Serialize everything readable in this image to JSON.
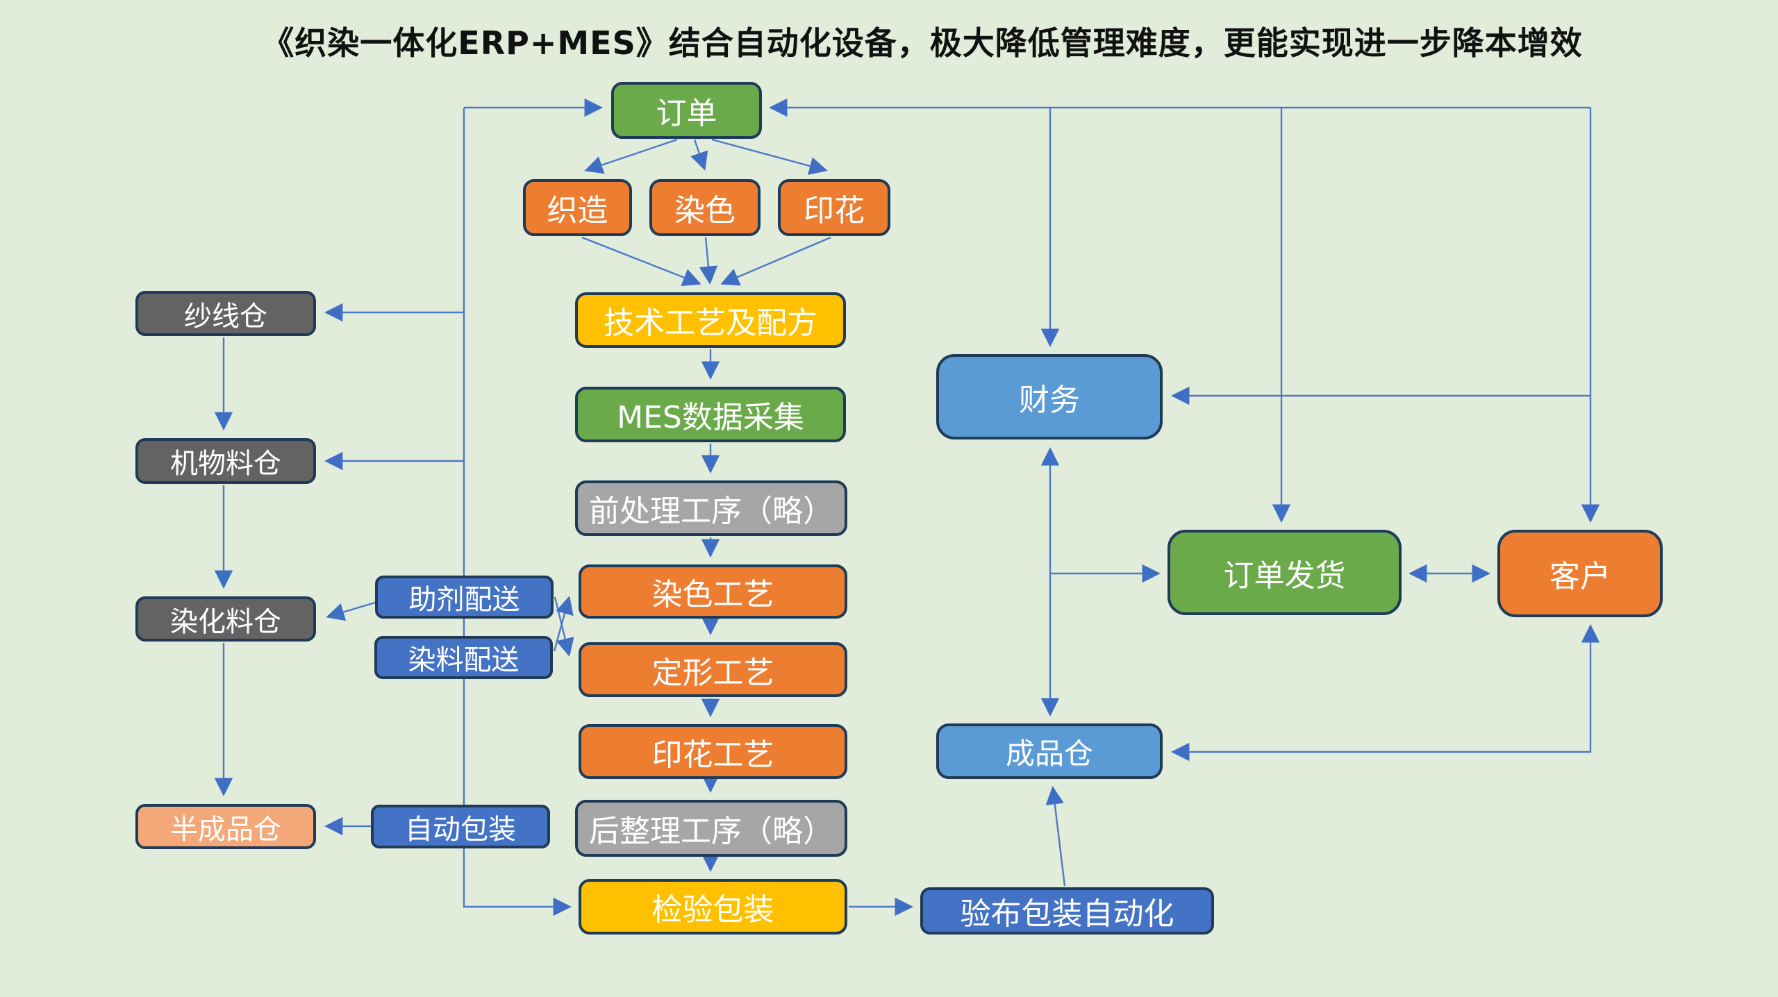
{
  "title": "《织染一体化ERP+MES》结合自动化设备，极大降低管理难度，更能实现进一步降本增效",
  "background": "#e1ecda",
  "line_color": "#4e79c6",
  "arrow_color": "#3f6fc5",
  "border_color": "#1f3b57",
  "text_color": "#ffffff",
  "palette": {
    "green": "#6aaa4a",
    "orange": "#ed7d31",
    "gold": "#ffc000",
    "gray": "#a6a6a6",
    "dark_gray": "#636363",
    "peach": "#f4a877",
    "blue": "#4472c4",
    "light_blue": "#5b9bd5"
  },
  "nodes": {
    "order": {
      "label": "订单",
      "color": "green"
    },
    "weaving": {
      "label": "织造",
      "color": "orange"
    },
    "dyeing": {
      "label": "染色",
      "color": "orange"
    },
    "printing": {
      "label": "印花",
      "color": "orange"
    },
    "tech": {
      "label": "技术工艺及配方",
      "color": "gold"
    },
    "mes": {
      "label": "MES数据采集",
      "color": "green"
    },
    "pretreat": {
      "label": "前处理工序（略）",
      "color": "gray"
    },
    "dye_process": {
      "label": "染色工艺",
      "color": "orange"
    },
    "shaping": {
      "label": "定形工艺",
      "color": "orange"
    },
    "print_process": {
      "label": "印花工艺",
      "color": "orange"
    },
    "finishing": {
      "label": "后整理工序（略）",
      "color": "gray"
    },
    "inspect_pack": {
      "label": "检验包装",
      "color": "gold"
    },
    "yarn_store": {
      "label": "纱线仓",
      "color": "dark_gray"
    },
    "machine_store": {
      "label": "机物料仓",
      "color": "dark_gray"
    },
    "dye_store": {
      "label": "染化料仓",
      "color": "dark_gray"
    },
    "semi_store": {
      "label": "半成品仓",
      "color": "peach"
    },
    "aux_delivery": {
      "label": "助剂配送",
      "color": "blue"
    },
    "dye_delivery": {
      "label": "染料配送",
      "color": "blue"
    },
    "auto_pack": {
      "label": "自动包装",
      "color": "blue"
    },
    "finance": {
      "label": "财务",
      "color": "light_blue"
    },
    "order_ship": {
      "label": "订单发货",
      "color": "green"
    },
    "customer": {
      "label": "客户",
      "color": "orange"
    },
    "finished_store": {
      "label": "成品仓",
      "color": "light_blue"
    },
    "fabric_auto": {
      "label": "验布包装自动化",
      "color": "blue"
    }
  },
  "edges": [
    {
      "from": "left_spine",
      "to": "order",
      "arrow": "end"
    },
    {
      "from": "left_spine",
      "to": "inspect_pack",
      "arrow": "end"
    },
    {
      "from": "left_spine",
      "to": "yarn_store",
      "arrow": "end"
    },
    {
      "from": "left_spine",
      "to": "machine_store",
      "arrow": "end"
    },
    {
      "from": "yarn_store",
      "to": "machine_store",
      "arrow": "end"
    },
    {
      "from": "machine_store",
      "to": "dye_store",
      "arrow": "end"
    },
    {
      "from": "dye_store",
      "to": "semi_store",
      "arrow": "end"
    },
    {
      "from": "aux_delivery",
      "to": "dye_store",
      "arrow": "end"
    },
    {
      "from": "aux_delivery",
      "to": "shaping",
      "arrow": "end"
    },
    {
      "from": "dye_delivery",
      "to": "dye_process",
      "arrow": "end"
    },
    {
      "from": "auto_pack",
      "to": "semi_store",
      "arrow": "end"
    },
    {
      "from": "order",
      "to": "weaving",
      "arrow": "end"
    },
    {
      "from": "order",
      "to": "dyeing",
      "arrow": "end"
    },
    {
      "from": "order",
      "to": "printing",
      "arrow": "end"
    },
    {
      "from": "weaving",
      "to": "tech",
      "arrow": "end"
    },
    {
      "from": "dyeing",
      "to": "tech",
      "arrow": "end"
    },
    {
      "from": "printing",
      "to": "tech",
      "arrow": "end"
    },
    {
      "from": "tech",
      "to": "mes",
      "arrow": "end"
    },
    {
      "from": "mes",
      "to": "pretreat",
      "arrow": "end"
    },
    {
      "from": "pretreat",
      "to": "dye_process",
      "arrow": "end"
    },
    {
      "from": "dye_process",
      "to": "shaping",
      "arrow": "end"
    },
    {
      "from": "shaping",
      "to": "print_process",
      "arrow": "end"
    },
    {
      "from": "print_process",
      "to": "finishing",
      "arrow": "end"
    },
    {
      "from": "finishing",
      "to": "inspect_pack",
      "arrow": "end"
    },
    {
      "from": "inspect_pack",
      "to": "fabric_auto",
      "arrow": "end"
    },
    {
      "from": "right_channel",
      "to": "order",
      "arrow": "end"
    },
    {
      "from": "right_channel",
      "to": "customer",
      "arrow": "end"
    },
    {
      "from": "top_line",
      "to": "finance",
      "arrow": "end"
    },
    {
      "from": "top_line",
      "to": "order_ship",
      "arrow": "end"
    },
    {
      "from": "right_channel",
      "to": "finance",
      "arrow": "end"
    },
    {
      "from": "finance",
      "to": "finished_store",
      "arrow": "both"
    },
    {
      "from": "finance_channel",
      "to": "order_ship",
      "arrow": "end"
    },
    {
      "from": "order_ship",
      "to": "customer",
      "arrow": "both"
    },
    {
      "from": "customer",
      "to": "finished_store",
      "arrow": "both"
    },
    {
      "from": "fabric_auto",
      "to": "finished_store",
      "arrow": "end"
    }
  ]
}
